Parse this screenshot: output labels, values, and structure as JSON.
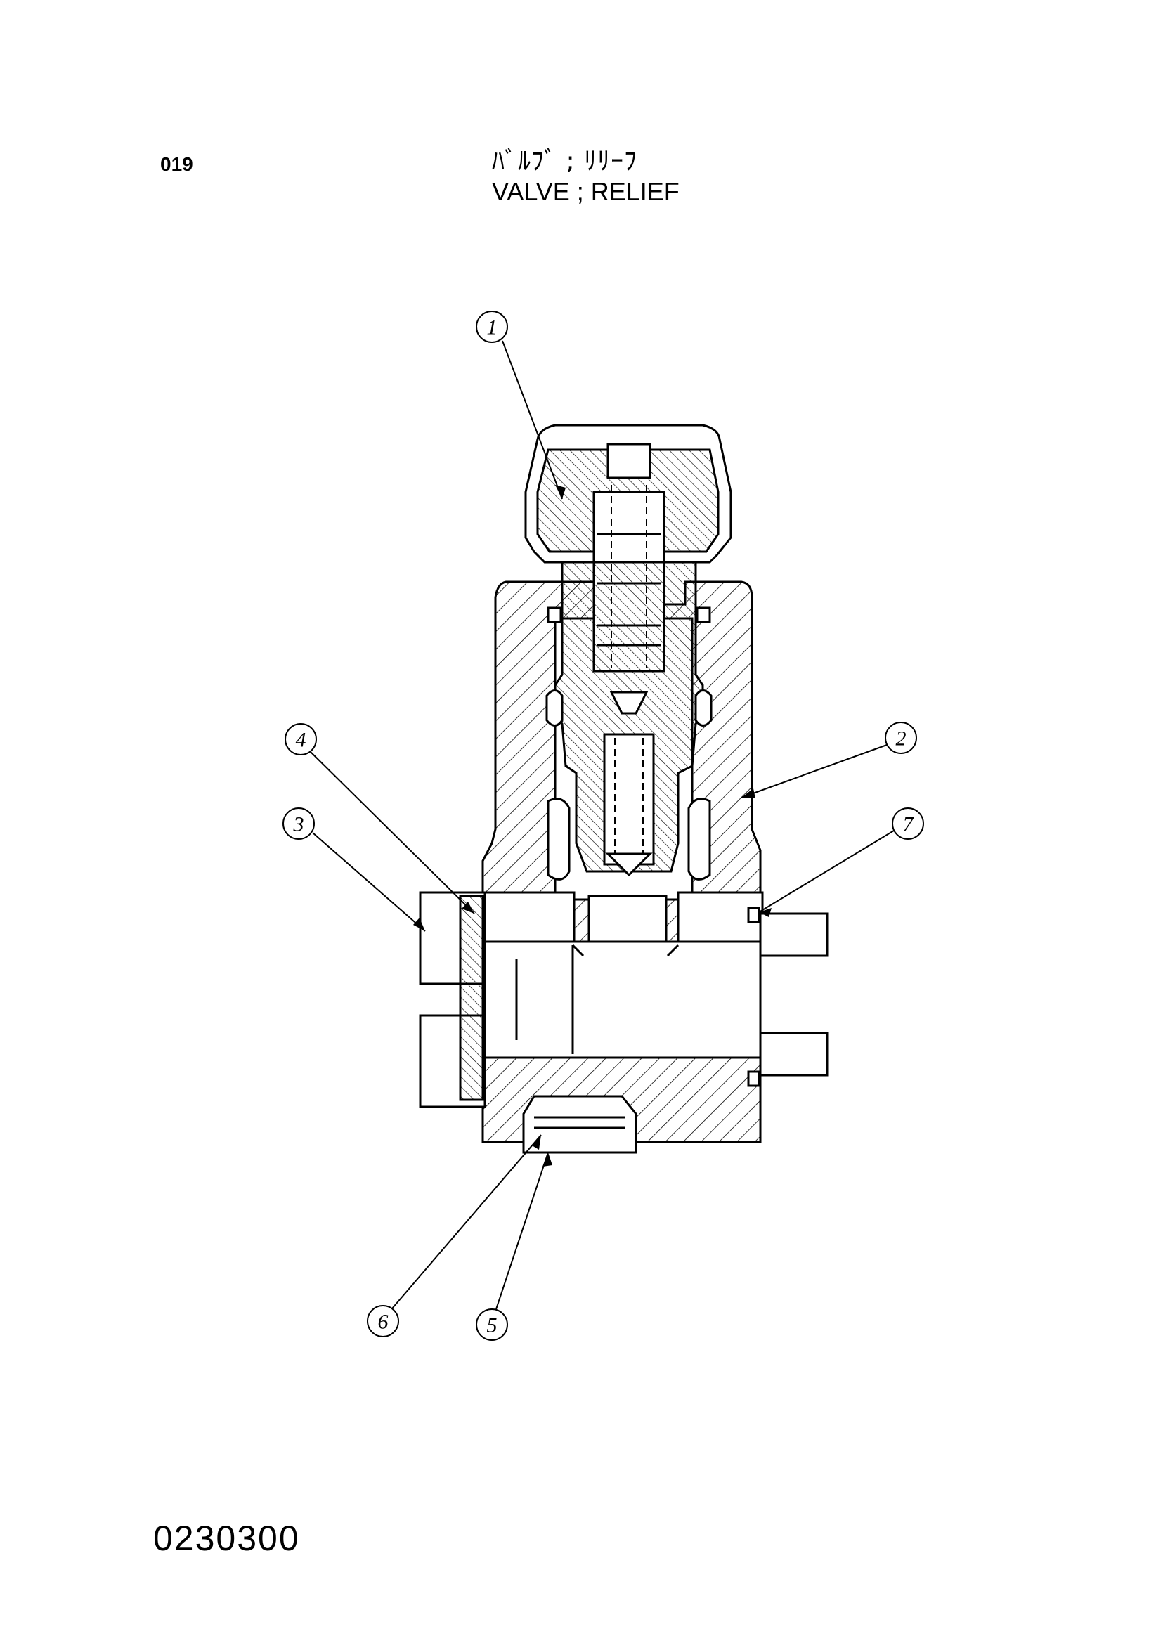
{
  "header": {
    "page_number": "019",
    "title_jp": "ﾊﾞﾙﾌﾞ ; ﾘﾘｰﾌ",
    "title_en": "VALVE ; RELIEF"
  },
  "drawing": {
    "callouts": [
      "1",
      "2",
      "3",
      "4",
      "5",
      "6",
      "7"
    ]
  },
  "footer": {
    "drawing_number": "0230300"
  }
}
